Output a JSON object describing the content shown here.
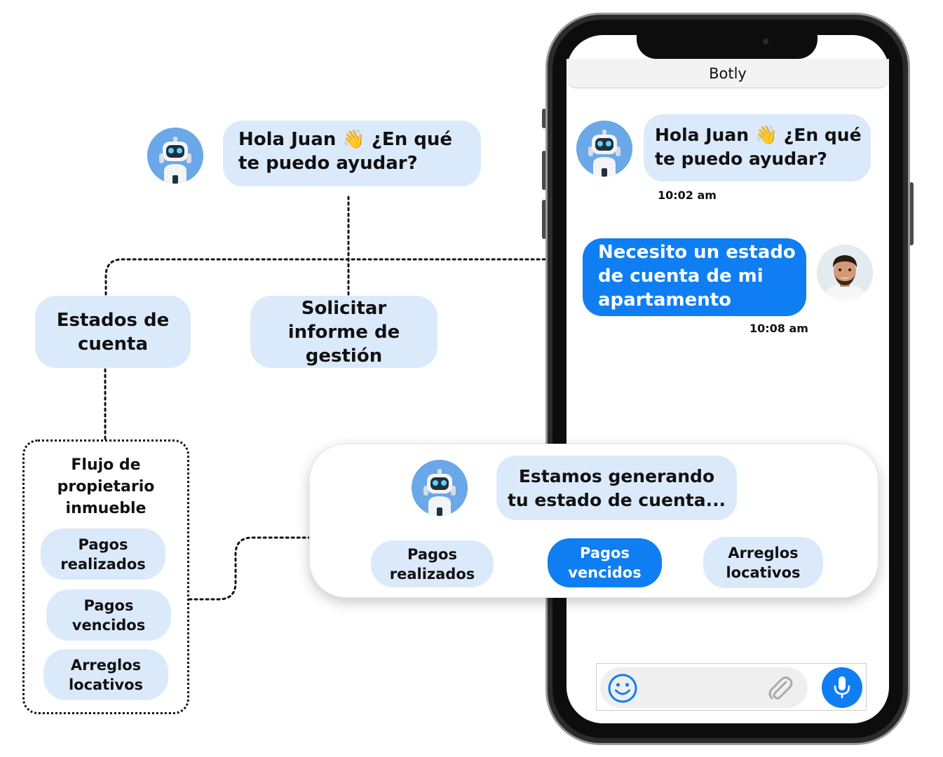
{
  "app": {
    "name": "Botly"
  },
  "colors": {
    "bubble_light": "#dbeafb",
    "accent_blue": "#0f7ef2",
    "connector": "#111111"
  },
  "diagram": {
    "greeting": {
      "text_part1": "Hola  Juan ",
      "emoji": "👋",
      "text_part2": " ¿En qué te puedo ayudar?"
    },
    "options": {
      "statements": "Estados de cuenta",
      "report": "Solicitar informe de gestión"
    },
    "flow": {
      "title": "Flujo de propietario inmueble",
      "items": [
        "Pagos realizados",
        "Pagos vencidos",
        "Arreglos locativos"
      ]
    }
  },
  "phone": {
    "header_title": "Botly",
    "messages": [
      {
        "sender": "bot",
        "text_part1": "Hola Juan ",
        "emoji": "👋",
        "text_part2": " ¿En qué te puedo ayudar?",
        "time": "10:02 am"
      },
      {
        "sender": "user",
        "text": "Necesito un estado de cuenta de mi apartamento",
        "time": "10:08 am"
      }
    ],
    "input": {
      "icons": [
        "smiley-icon",
        "paperclip-icon",
        "microphone-icon"
      ]
    }
  },
  "card": {
    "message": "Estamos generando tu estado de cuenta...",
    "chips": [
      {
        "label": "Pagos realizados",
        "active": false
      },
      {
        "label": "Pagos vencidos",
        "active": true
      },
      {
        "label": "Arreglos locativos",
        "active": false
      }
    ]
  }
}
